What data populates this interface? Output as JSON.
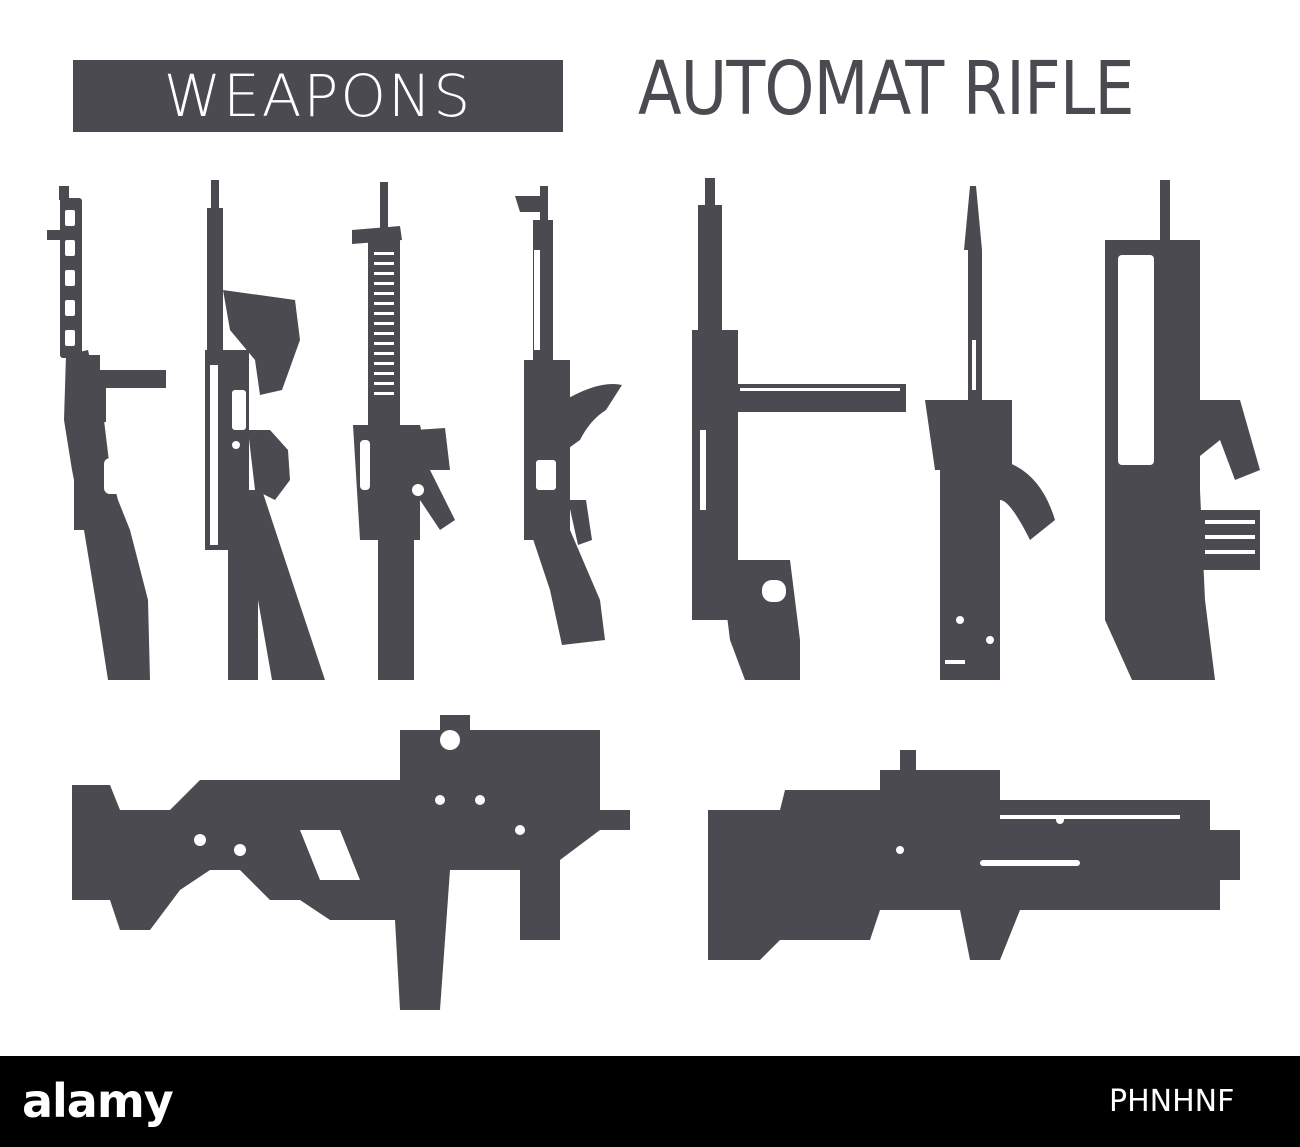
{
  "header": {
    "title": "WEAPONS",
    "subtitle": "AUTOMAT RIFLE"
  },
  "colors": {
    "silhouette": "#4b4a50",
    "detail": "#ffffff",
    "background": "#ffffff",
    "footer": "#000000"
  },
  "weapons": [
    {
      "icon": "ppsh-smg-icon"
    },
    {
      "icon": "thompson-smg-icon"
    },
    {
      "icon": "m16-rifle-icon"
    },
    {
      "icon": "ak47-rifle-icon"
    },
    {
      "icon": "mp40-smg-icon"
    },
    {
      "icon": "bayonet-rifle-icon"
    },
    {
      "icon": "famas-bullpup-icon"
    },
    {
      "icon": "kriss-vector-smg-icon"
    },
    {
      "icon": "scar-launcher-rifle-icon"
    }
  ],
  "footer": {
    "logo": "alamy",
    "image_id": "PHNHNF"
  }
}
